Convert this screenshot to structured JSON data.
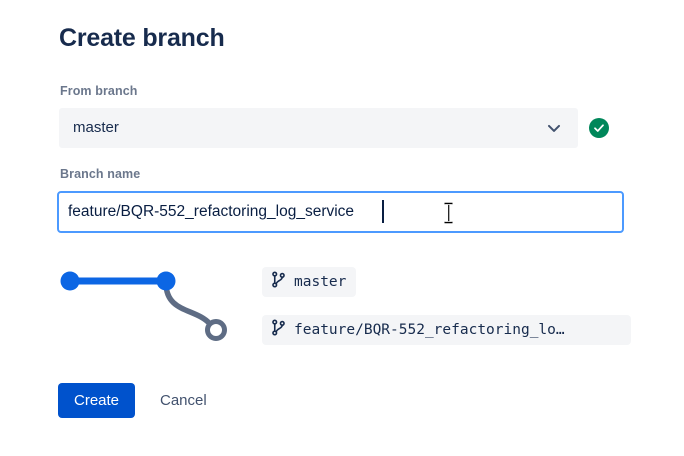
{
  "dialog": {
    "title": "Create branch"
  },
  "from_branch": {
    "label": "From branch",
    "value": "master",
    "chevron_icon": "chevron-down-icon",
    "validation": {
      "state": "valid",
      "icon": "check-circle-icon",
      "color": "#00875A"
    }
  },
  "branch_name": {
    "label": "Branch name",
    "value": "feature/BQR-552_refactoring_log_service",
    "placeholder": "",
    "focused": true,
    "focus_border_color": "#4C9AFF"
  },
  "graph": {
    "base_color": "#0C66E4",
    "branch_color": "#5E6C84",
    "nodes": [
      {
        "name": "base-node-start",
        "type": "filled",
        "color": "#0C66E4"
      },
      {
        "name": "base-node-branchpoint",
        "type": "filled",
        "color": "#0C66E4"
      },
      {
        "name": "new-branch-node",
        "type": "hollow",
        "color": "#5E6C84"
      }
    ]
  },
  "chips": [
    {
      "name": "master",
      "icon": "git-branch-icon",
      "label": "master",
      "truncated": false
    },
    {
      "name": "feature",
      "icon": "git-branch-icon",
      "label": "feature/BQR-552_refactoring_lo…",
      "truncated": true
    }
  ],
  "actions": {
    "create_label": "Create",
    "cancel_label": "Cancel",
    "primary_color": "#0052CC"
  },
  "cursor": {
    "type": "text-ibeam-cursor"
  }
}
